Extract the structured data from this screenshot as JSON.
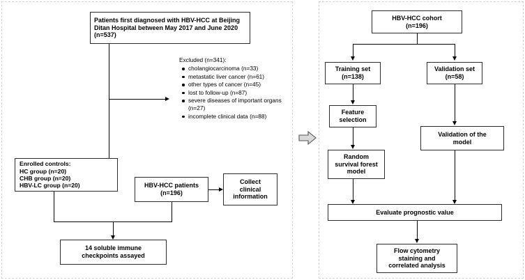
{
  "figure": {
    "panels": [
      {
        "id": "left",
        "name": "patient-enrollment-panel"
      },
      {
        "id": "right",
        "name": "analysis-workflow-panel"
      }
    ],
    "transition_icon": "block-arrow-right-icon"
  },
  "left_panel": {
    "source_box": "Patients first diagnosed with HBV-HCC at Beijing Ditan Hospital between May 2017 and June 2020 (n=537)",
    "exclusion": {
      "heading": "Excluded (n=341):",
      "items": [
        "cholangiocarcinoma (n=33)",
        "metastatic liver cancer (n=61)",
        "other types of cancer (n=45)",
        "lost to follow-up (n=87)",
        "severe diseases of important organs (n=27)",
        "incomplete clinical data (n=88)"
      ]
    },
    "controls_box": "Enrolled controls:\nHC group (n=20)\nCHB group (n=20)\nHBV-LC group (n=20)",
    "patients_box": "HBV-HCC patients\n(n=196)",
    "collect_box": "Collect\nclinical\ninformation",
    "assay_box": "14 soluble immune\ncheckpoints assayed"
  },
  "right_panel": {
    "cohort_box": "HBV-HCC cohort\n(n=196)",
    "training_box": "Training set\n(n=138)",
    "validation_box": "Validation set\n(n=58)",
    "feature_box": "Feature\nselection",
    "validation_model_box": "Validation of the\nmodel",
    "rsf_box": "Random\nsurvival forest\nmodel",
    "evaluate_box": "Evaluate prognostic value",
    "flow_cytometry_box": "Flow cytometry\nstaining and\ncorrelated analysis"
  },
  "colors": {
    "box_border": "#2b2b2b",
    "panel_border": "#d4d4d4",
    "connector": "#000000",
    "transition_arrow_fill": "#d9d9d9",
    "transition_arrow_stroke": "#555555"
  }
}
